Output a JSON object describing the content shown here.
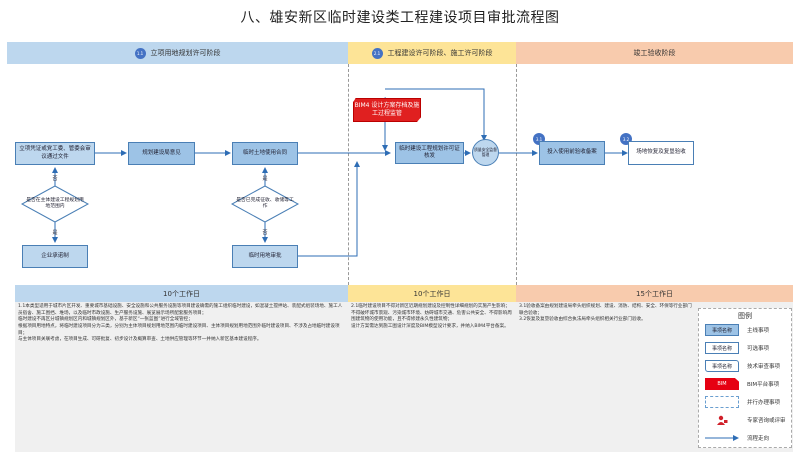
{
  "title": "八、雄安新区临时建设类工程建设项目审批流程图",
  "phases": [
    {
      "badge": "1.1",
      "label": "立项用地规划许可阶段"
    },
    {
      "badge": "2.1",
      "label": "工程建设许可阶段、施工许可阶段"
    },
    {
      "badge": "",
      "label": "竣工验收阶段"
    }
  ],
  "nodes": {
    "n1": "立项凭证或党工委、管委会审议通过文件",
    "n2": "规划建设局意见",
    "n3": "临时土地使用合同",
    "d1": "是否在主体建设工程规划用地范围内",
    "d2": "是否已完成征收、收储等工作",
    "n4": "企业承诺制",
    "n5": "临时用地审批",
    "bim": "BIM4 设计方案存档及施工过程监管",
    "n6": "临时建设工程规划许可证核发",
    "circle": "质量安全监督管理",
    "n7": "投入使用前验收备案",
    "n7_badge": "3.1",
    "n8": "场地恢复及复垦验收",
    "n8_badge": "3.2"
  },
  "edge_labels": {
    "d1_up": "否",
    "d1_down": "是",
    "d2_up": "是",
    "d2_down": "否"
  },
  "days": [
    "10个工作日",
    "10个工作日",
    "15个工作日"
  ],
  "notes": [
    "1.1本类型适用于城市片区开发、重要城市基础设施、安全设施和公共服务设施等项目建设确需的施工组织临时建设，如混凝土搅拌站、装配式组装场地、施工人员宿舍、施工围挡、堆场，以及临时市政设施、生产服务设施、展览展示场所配套服务项目；\n临时建设不再区分城镇规划区内和城镇规划区外，基于新区“一张蓝图”进行全域管控；\n根据项目用地特点，将临时建设项目分为三类，分别为主体项目规划用地范围内临时建设项目、主体项目规划用地范围外临时建设项目、不涉及占地临时建设项目；\n与主体项目关联考虑，在项目生成、可研批复、初步设计及概算审查、土地供应管理等环节一并纳入新区基本建设程序。",
    "2.1临时建设项目不得对新区近期规划建设及控制性详细规划的实施产生影响；\n不得破坏城市景观、污染城市环境、妨碍城市交通、危害公共安全、不得影响周围建筑物的使用功能，且不得修建永久性建筑物；\n设计方案需达到施工图设计深度及BIM模型设计要求，并纳入BIM4平台备案。",
    "3.1验收备案由规划建设局牵头组织规划、建设、消防、结构、安全、环保等行业部门联合验收；\n3.2恢复及复垦验收由综合执法局牵头组织相关行业部门验收。"
  ],
  "legend": {
    "title": "图例",
    "items": [
      {
        "sample": "事项名称",
        "label": "主线事项"
      },
      {
        "sample": "事项名称",
        "label": "可选事项"
      },
      {
        "sample": "事项名称",
        "label": "技术审查事项"
      },
      {
        "sample": "BIM",
        "label": "BIM平台事项"
      },
      {
        "sample": "",
        "label": "并行办理事项"
      },
      {
        "sample": "",
        "label": "专家咨询或评审"
      },
      {
        "sample": "",
        "label": "流程走向"
      }
    ]
  },
  "colors": {
    "phase1": "#bdd7ee",
    "phase2": "#fde497",
    "phase3": "#f8cbad",
    "main_box": "#9dc3e6",
    "line": "#2e6db5",
    "bim": "#e02020",
    "badge": "#4472c4"
  }
}
